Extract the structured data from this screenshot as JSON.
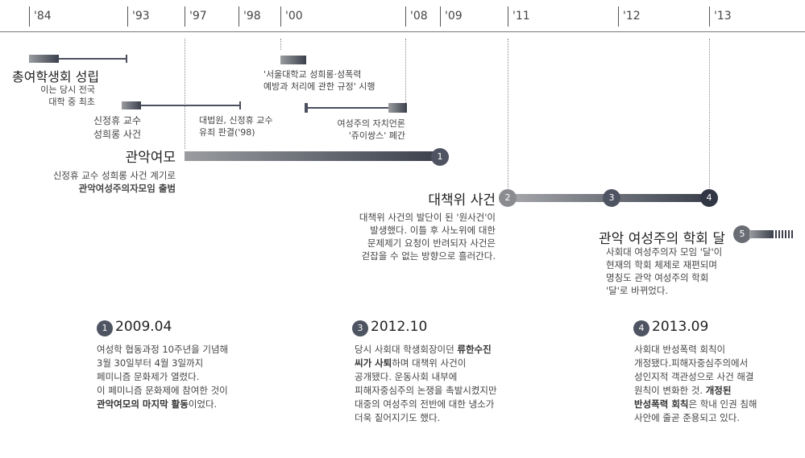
{
  "axis": {
    "ticks": [
      "'84",
      "'93",
      "'97",
      "'98",
      "'00",
      "'08",
      "'09",
      "'11",
      "'12",
      "'13"
    ]
  },
  "events": {
    "e1": {
      "title": "총여학생회 성립",
      "desc": [
        "이는 당시 전국",
        "대학 중 최초"
      ]
    },
    "e2": {
      "desc": [
        "신정휴 교수",
        "성희롱 사건"
      ]
    },
    "e3": {
      "desc": [
        "대법원, 신정휴 교수",
        "유죄 판결('98)"
      ]
    },
    "e4": {
      "desc": [
        "'서울대학교 성희롱·성폭력",
        "예방과 처리에 관한 규정' 시행"
      ]
    },
    "e5": {
      "desc": [
        "여성주의 자치언론",
        "'쥬이쌍스' 폐간"
      ]
    },
    "e6": {
      "title": "관악여모",
      "desc": [
        "신정휴 교수 성희롱 사건 계기로",
        "관악여성주의자모임 출범"
      ]
    },
    "e7": {
      "title": "대책위 사건",
      "desc": [
        "대책위 사건의 발단이 된 '원사건'이",
        "발생했다. 이틀 후 사노위에 대한",
        "문제제기 요청이 반려되자 사건은",
        "걷잡을 수 없는 방향으로 흘러간다."
      ]
    },
    "e8": {
      "title": "관악 여성주의 학회 달",
      "desc": [
        "사회대 여성주의자 모임 '달'이",
        "현재의 학회 체제로 재편되며",
        "명칭도 관악 여성주의 학회",
        "'달'로 바뀌었다."
      ]
    }
  },
  "markers": [
    "1",
    "2",
    "3",
    "4",
    "5"
  ],
  "cards": [
    {
      "num": "1",
      "date": "2009.04",
      "lines": [
        "여성학 협동과정 10주년을 기념해",
        "3월 30일부터 4월 3일까지",
        "페미니즘 문화제가 열렸다.",
        "이 페미니즘 문화제에 참여한 것이"
      ],
      "bold_last": "관악여모의 마지막 활동",
      "tail_last": "이었다."
    },
    {
      "num": "3",
      "date": "2012.10",
      "l1a": "당시 사회대 학생회장이던 ",
      "l1b": "류한수진",
      "l2a": "씨가 사퇴",
      "l2b": "하며 대책위 사건이",
      "lines": [
        "공개됐다. 운동사회 내부에",
        "피해자중심주의 논쟁을 촉발시켰지만",
        "대중의 여성주의 전반에 대한 냉소가",
        "더욱 짙어지기도 했다."
      ]
    },
    {
      "num": "4",
      "date": "2013.09",
      "lines": [
        "사회대 반성폭력 회칙이",
        "개정됐다.피해자중심주의에서",
        "성인지적 객관성으로 사건 해결"
      ],
      "l4a": "원칙이 변화한 것. ",
      "l4b": "개정된",
      "l5a": "반성폭력 회칙",
      "l5b": "은 학내 인권 침해",
      "l6": "사안에 줄곧 준용되고 있다."
    }
  ]
}
